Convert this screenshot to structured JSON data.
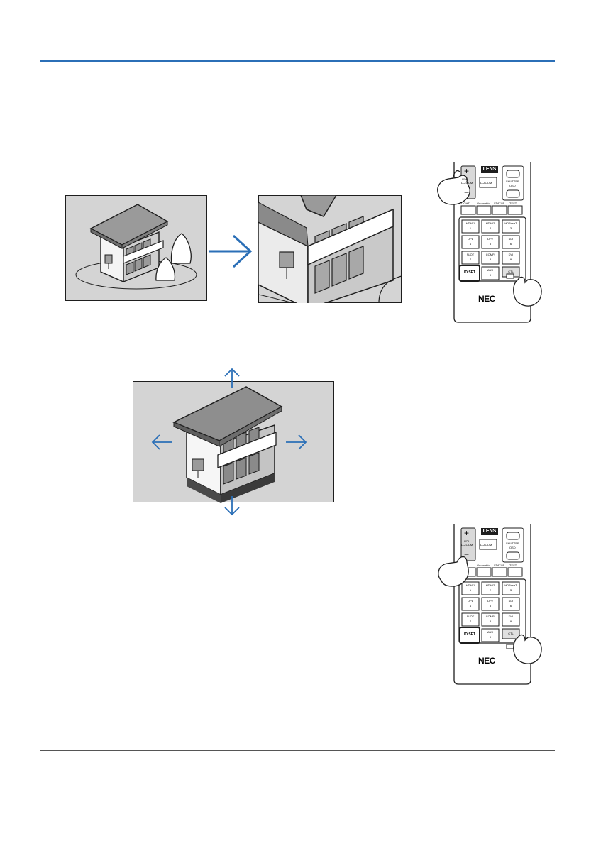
{
  "colors": {
    "accent_rule": "#2b6fb7",
    "arrow": "#2b6fb7",
    "scene_bg": "#d4d4d4",
    "ink": "#1e1e1e"
  },
  "remote": {
    "lens_label": "LENS",
    "vol_label": "VOL.",
    "zoom_label": "D-ZOOM",
    "plus_glyph": "+",
    "minus_glyph": "−",
    "keystone_label": "D-ZOOM",
    "shutter_label": "SHUTTER",
    "osd_label": "OSD",
    "row_labels": [
      "LIGHT",
      "Geometric.",
      "STATUS",
      "TEST"
    ],
    "keys": [
      {
        "name": "HDMI1",
        "num": "1"
      },
      {
        "name": "HDMI2",
        "num": "2"
      },
      {
        "name": "HDBaseT",
        "num": "3"
      },
      {
        "name": "DP1",
        "num": "4"
      },
      {
        "name": "DP2",
        "num": "5"
      },
      {
        "name": "SDI",
        "num": "6"
      },
      {
        "name": "SLOT",
        "num": "7"
      },
      {
        "name": "COMP.",
        "num": "8"
      },
      {
        "name": "DVI",
        "num": "9"
      },
      {
        "name": "ID SET",
        "num": ""
      },
      {
        "name": "AUX",
        "num": "0"
      },
      {
        "name": "CTL",
        "num": ""
      }
    ],
    "brand": "NEC"
  },
  "icons": {
    "hand": "pointing-hand-icon",
    "arrow_right": "arrow-right-icon",
    "arrow_up": "arrow-up-icon",
    "arrow_down": "arrow-down-icon",
    "arrow_left": "arrow-left-icon"
  }
}
